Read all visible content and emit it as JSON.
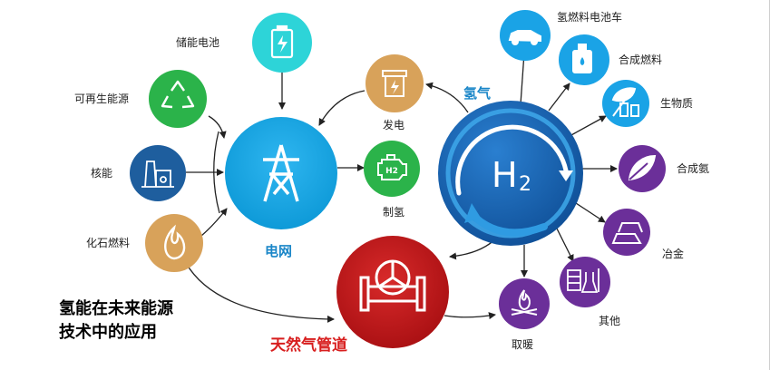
{
  "colors": {
    "blue_light": "#1aa3e6",
    "blue_dark": "#1667b8",
    "cyan": "#2dd4d8",
    "green": "#2bb34a",
    "navy": "#1e5e9e",
    "tan": "#d8a25a",
    "red": "#c8181c",
    "purple": "#6b2f99"
  },
  "nodes": {
    "storage": {
      "label": "储能电池",
      "icon": "battery-icon"
    },
    "renewable": {
      "label": "可再生能源",
      "icon": "recycle-icon"
    },
    "nuclear": {
      "label": "核能",
      "icon": "nuclear-plant-icon"
    },
    "fossil": {
      "label": "化石燃料",
      "icon": "flame-icon"
    },
    "grid": {
      "label": "电网",
      "icon": "power-tower-icon"
    },
    "power_gen": {
      "label": "发电",
      "icon": "power-plant-icon"
    },
    "h2_production": {
      "label": "制氢",
      "icon": "engine-h2-icon"
    },
    "hydrogen": {
      "label": "氢气",
      "symbol": "H",
      "subscript": "2",
      "icon": "h2-cycle-icon"
    },
    "pipeline": {
      "label": "天然气管道",
      "icon": "valve-icon"
    },
    "heating": {
      "label": "取暖",
      "icon": "campfire-icon"
    },
    "fuel_cell_car": {
      "label": "氢燃料电池车",
      "icon": "car-icon"
    },
    "synthetic_fuel": {
      "label": "合成燃料",
      "icon": "fuel-can-icon"
    },
    "biomass": {
      "label": "生物质",
      "icon": "leaf-glass-icon"
    },
    "ammonia": {
      "label": "合成氨",
      "icon": "leaf-icon"
    },
    "metallurgy": {
      "label": "冶金",
      "icon": "ingot-icon"
    },
    "other": {
      "label": "其他",
      "icon": "lab-icon"
    }
  },
  "title": {
    "line1": "氢能在未来能源",
    "line2": "技术中的应用"
  }
}
